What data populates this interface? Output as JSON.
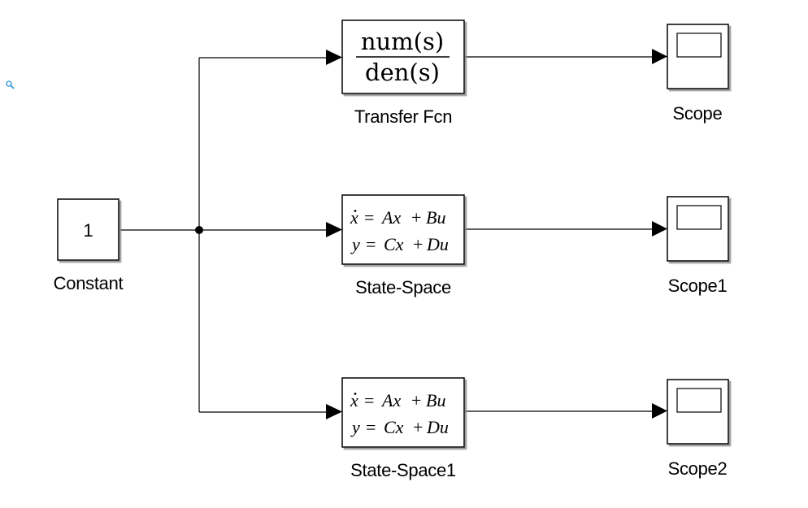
{
  "colors": {
    "line": "#000000",
    "block_fill": "#ffffff",
    "shadow": "#9a9a9a",
    "zoom_icon": "#2a8fd6"
  },
  "toolbar": {
    "zoom_icon": "magnifier-icon"
  },
  "blocks": {
    "constant": {
      "label": "Constant",
      "value": "1"
    },
    "transfer_fcn": {
      "label": "Transfer Fcn",
      "numerator": "num(s)",
      "denominator": "den(s)"
    },
    "state_space": {
      "label": "State-Space",
      "eq1": {
        "lhs": "x",
        "eq": "=",
        "t1": "Ax",
        "op": "+",
        "t2": "Bu"
      },
      "eq2": {
        "lhs": "y",
        "eq": "=",
        "t1": "Cx",
        "op": "+",
        "t2": "Du"
      }
    },
    "state_space1": {
      "label": "State-Space1",
      "eq1": {
        "lhs": "x",
        "eq": "=",
        "t1": "Ax",
        "op": "+",
        "t2": "Bu"
      },
      "eq2": {
        "lhs": "y",
        "eq": "=",
        "t1": "Cx",
        "op": "+",
        "t2": "Du"
      }
    },
    "scope": {
      "label": "Scope"
    },
    "scope1": {
      "label": "Scope1"
    },
    "scope2": {
      "label": "Scope2"
    }
  }
}
